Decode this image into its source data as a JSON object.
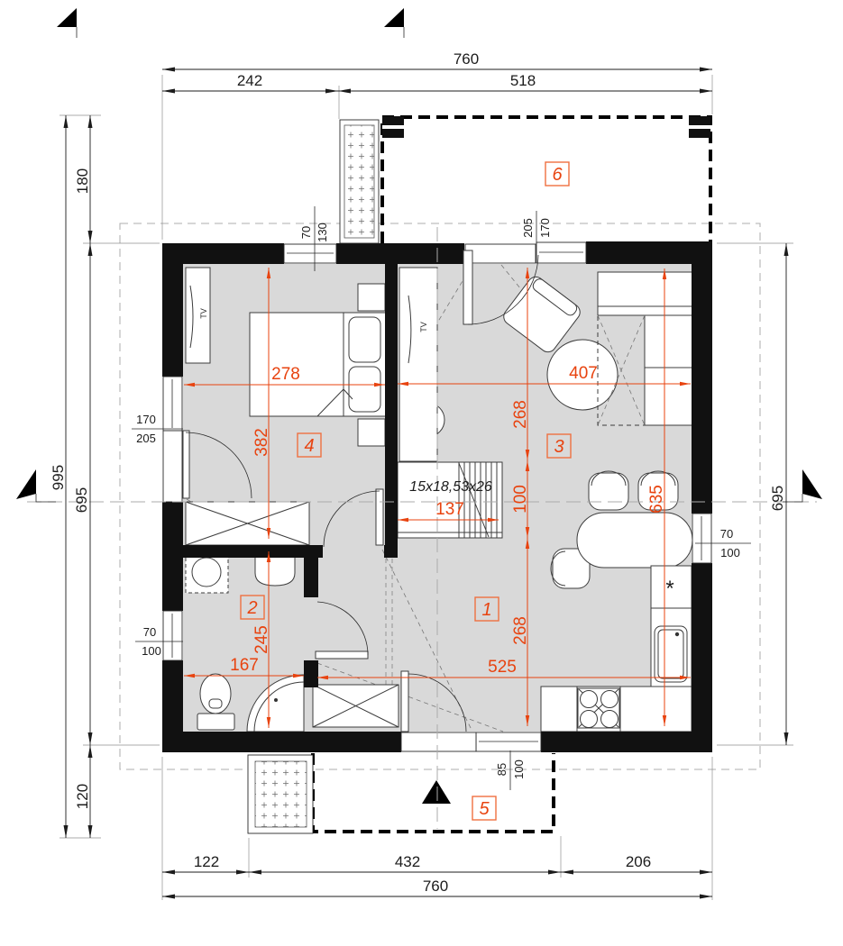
{
  "colors": {
    "accent": "#e8430f",
    "floor": "#d9d9d9",
    "wall": "#111111",
    "label_box": "#ef7040"
  },
  "rooms": {
    "r1": "1",
    "r2": "2",
    "r3": "3",
    "r4": "4",
    "r5": "5",
    "r6": "6"
  },
  "dims": {
    "top": {
      "total": "760",
      "s1": "242",
      "s2": "518"
    },
    "bottom": {
      "total": "760",
      "s1": "122",
      "s2": "432",
      "s3": "206"
    },
    "left": {
      "total": "995",
      "s1": "180",
      "s2": "695",
      "s3": "120"
    },
    "right": {
      "total": "695"
    },
    "red": {
      "bed_w": "278",
      "bed_h": "382",
      "liv_w": "407",
      "liv_h": "268",
      "mid": "100",
      "kit_h": "268",
      "chain": "635",
      "stair": "137",
      "kit_w": "525",
      "bath_h": "245",
      "bath_w": "167"
    }
  },
  "openings": {
    "bed_top": {
      "w": "70",
      "h": "130"
    },
    "entry": {
      "w": "170",
      "h": "205"
    },
    "bed_left": {
      "w": "170",
      "h": "205"
    },
    "bath": {
      "w": "70",
      "h": "100"
    },
    "kitchen": {
      "w": "70",
      "h": "100"
    },
    "bottom": {
      "w": "85",
      "h": "100"
    }
  },
  "annotations": {
    "stairs": "15x18,53x26",
    "tv": "TV",
    "star": "*"
  }
}
